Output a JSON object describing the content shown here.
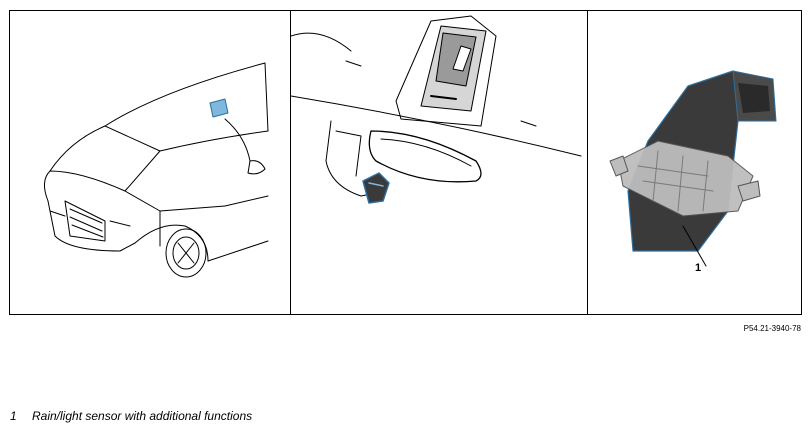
{
  "figure": {
    "callout_number": "1",
    "reference_code": "P54.21-3940-78"
  },
  "legend": {
    "items": [
      {
        "number": "1",
        "text": "Rain/light sensor with additional functions"
      }
    ]
  },
  "colors": {
    "highlight": "#7fb8df",
    "sensor_dark": "#3a3a3a",
    "bracket": "#bdbdbd",
    "line": "#000000"
  }
}
